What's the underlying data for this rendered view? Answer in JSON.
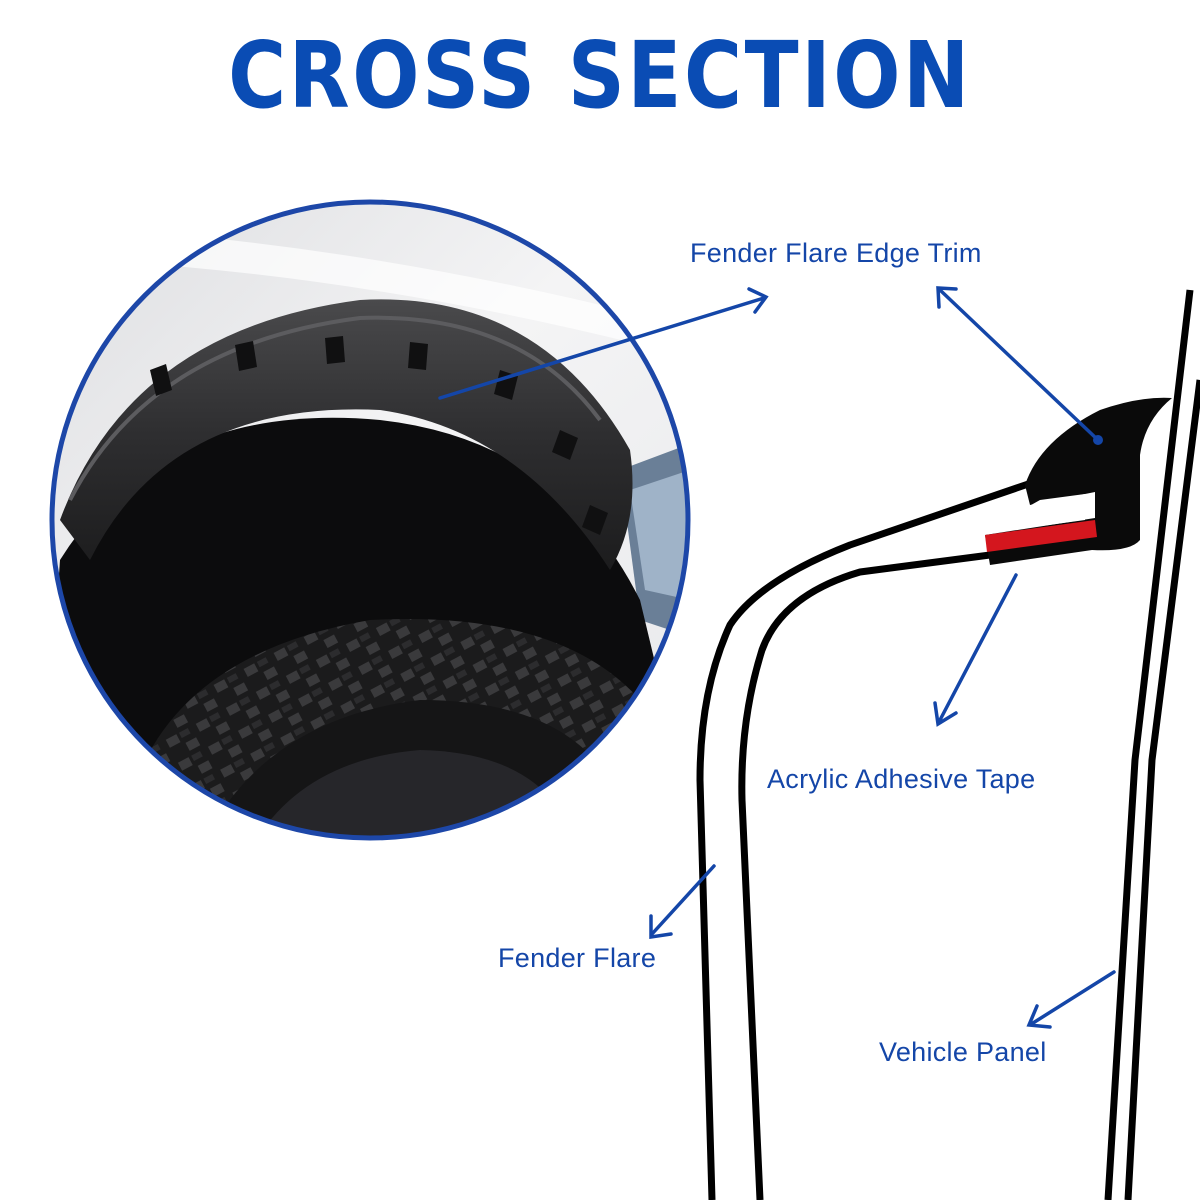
{
  "title": "CROSS SECTION",
  "colors": {
    "title": "#0a4cb4",
    "label": "#1446a8",
    "arrow": "#1446a8",
    "tape": "#d4161e",
    "outline": "#000000",
    "circle_border": "#1d47a8"
  },
  "labels": {
    "edge_trim": "Fender Flare Edge Trim",
    "adhesive_tape": "Acrylic Adhesive Tape",
    "fender_flare": "Fender Flare",
    "vehicle_panel": "Vehicle Panel"
  },
  "photo": {
    "description_icon": "fender-flare-photo"
  }
}
